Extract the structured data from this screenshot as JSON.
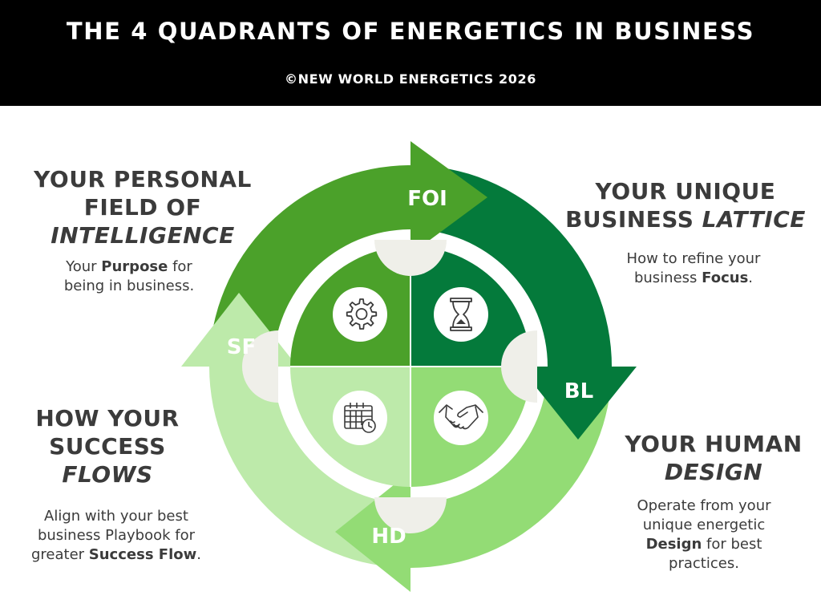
{
  "header": {
    "title": "THE 4 QUADRANTS OF ENERGETICS IN BUSINESS",
    "subtitle": "©NEW WORLD ENERGETICS 2026"
  },
  "colors": {
    "header_bg": "#000000",
    "foi_green": "#4ba12a",
    "bl_green": "#047a3b",
    "hd_green": "#93dc75",
    "sf_green": "#bdeaaa",
    "center_ring": "#efefe9",
    "text": "#3b3b3b"
  },
  "arrows": {
    "foi": "FOI",
    "bl": "BL",
    "hd": "HD",
    "sf": "SF"
  },
  "icons": {
    "top_left": "gear-icon",
    "top_right": "hourglass-icon",
    "bottom_left": "calendar-clock-icon",
    "bottom_right": "handshake-icon"
  },
  "quadrants": {
    "top_left": {
      "heading": [
        "YOUR PERSONAL",
        "FIELD OF"
      ],
      "heading_italic": "INTELLIGENCE",
      "desc": {
        "pre": "Your ",
        "bold": "Purpose",
        "post": " for being in business."
      }
    },
    "top_right": {
      "heading": [
        "YOUR UNIQUE",
        "BUSINESS "
      ],
      "heading_italic": "LATTICE",
      "desc": {
        "pre": "How to refine your business ",
        "bold": "Focus",
        "post": "."
      }
    },
    "bottom_right": {
      "heading": [
        "YOUR HUMAN"
      ],
      "heading_italic": "DESIGN",
      "desc": {
        "pre": "Operate from your unique energetic ",
        "bold": "Design",
        "post": " for best practices."
      }
    },
    "bottom_left": {
      "heading": [
        "HOW YOUR",
        "SUCCESS"
      ],
      "heading_italic": "FLOWS",
      "desc": {
        "pre": "Align with your best business Playbook for greater ",
        "bold": "Success Flow",
        "post": "."
      }
    }
  }
}
